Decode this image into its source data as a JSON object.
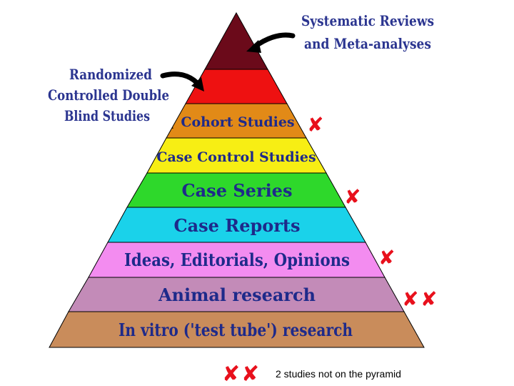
{
  "diagram": {
    "tiers": [
      {
        "label": "",
        "color": "#6b0a1a"
      },
      {
        "label": "",
        "color": "#ee1111"
      },
      {
        "label": "Cohort Studies",
        "color": "#e28a17"
      },
      {
        "label": "Case Control Studies",
        "color": "#f7ee14"
      },
      {
        "label": "Case Series",
        "color": "#2ed82b"
      },
      {
        "label": "Case Reports",
        "color": "#1ad2ea"
      },
      {
        "label": "Ideas, Editorials, Opinions",
        "color": "#f38cf0"
      },
      {
        "label": "Animal research",
        "color": "#c38bb8"
      },
      {
        "label": "In vitro ('test tube') research",
        "color": "#c98c5b"
      }
    ],
    "callouts": {
      "top_line1": "Systematic Reviews",
      "top_line2": "and Meta-analyses",
      "rct_line1": "Randomized",
      "rct_line2": "Controlled Double",
      "rct_line3": "Blind Studies"
    },
    "marks": {
      "glyph": "✘",
      "color": "#e8101c"
    },
    "legend": {
      "text": "2 studies not on the pyramid"
    }
  }
}
